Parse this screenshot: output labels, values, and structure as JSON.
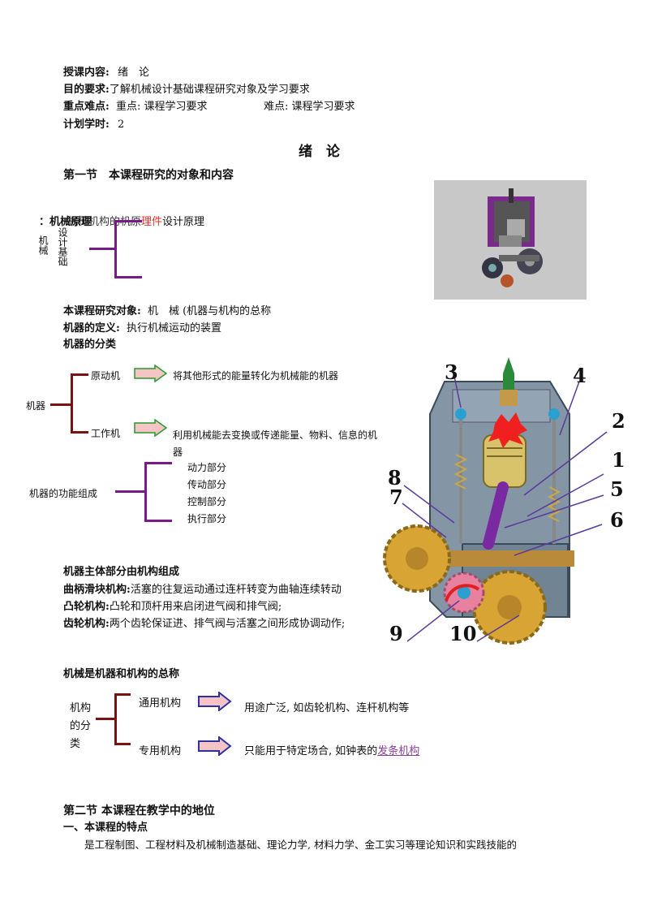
{
  "header": {
    "content_label": "授课内容:",
    "content_value": "绪　论",
    "goal_label": "目的要求:",
    "goal_value": "了解机械设计基础课程研究对象及学习要求",
    "key_label": "重点难点:",
    "key_value": "重点: 课程学习要求",
    "difficult_value": "难点: 课程学习要求",
    "hours_label": "计划学时:",
    "hours_value": "2"
  },
  "title": "绪　论",
  "section1": {
    "heading": "第一节　本课程研究的对象和内容",
    "garbled_line_prefix": "：机械原理",
    "garbled_line_middle": "机械机构的机原",
    "garbled_line_red": "理件",
    "garbled_line_suffix": "设计原理",
    "left_vertical_1": "机械",
    "left_vertical_2": "设计基础"
  },
  "object": {
    "label": "本课程研究对象:",
    "value": "机　械 (机器与机构的总称"
  },
  "machine_def": {
    "label": "机器的定义:",
    "value": "执行机械运动的装置"
  },
  "machine_class": {
    "label": "机器的分类",
    "root": "机器",
    "items": [
      {
        "name": "原动机",
        "desc": "将其他形式的能量转化为机械能的机器"
      },
      {
        "name": "工作机",
        "desc_line1": "利用机械能去变换或传递能量、物料、信息的机",
        "desc_line2": "器"
      }
    ]
  },
  "machine_parts": {
    "root": "机器的功能组成",
    "items": [
      "动力部分",
      "传动部分",
      "控制部分",
      "执行部分"
    ]
  },
  "engine_labels": [
    "3",
    "4",
    "2",
    "1",
    "8",
    "5",
    "7",
    "6",
    "9",
    "10"
  ],
  "mechanisms": {
    "heading": "机器主体部分由机构组成",
    "rows": [
      {
        "label": "曲柄滑块机构:",
        "text": "活塞的往复运动通过连杆转变为曲轴连续转动"
      },
      {
        "label": "凸轮机构:",
        "text": "凸轮和顶杆用来启闭进气阀和排气阀;"
      },
      {
        "label": "齿轮机构:",
        "text": "两个齿轮保证进、排气阀与活塞之间形成协调动作;"
      }
    ]
  },
  "summary": "机械是机器和机构的总称",
  "mech_class": {
    "root_line1": "机构",
    "root_line2": "的分",
    "root_line3": "类",
    "items": [
      {
        "name": "通用机构",
        "desc": "用途广泛, 如齿轮机构、连杆机构等"
      },
      {
        "name": "专用机构",
        "desc_prefix": "只能用于特定场合, 如钟表的",
        "desc_link": "发条机构"
      }
    ]
  },
  "section2": {
    "heading": "第二节  本课程在教学中的地位",
    "sub": "一、本课程的特点",
    "para": "是工程制图、工程材料及机械制造基础、理论力学, 材料力学、金工实习等理论知识和实践技能的"
  },
  "colors": {
    "purple_bracket": "#7a1a8a",
    "maroon_bracket": "#7a1212",
    "arrow_fill": "#f5c4c4",
    "arrow_green": "#2a9a2a",
    "arrow_blue": "#3030a0"
  }
}
